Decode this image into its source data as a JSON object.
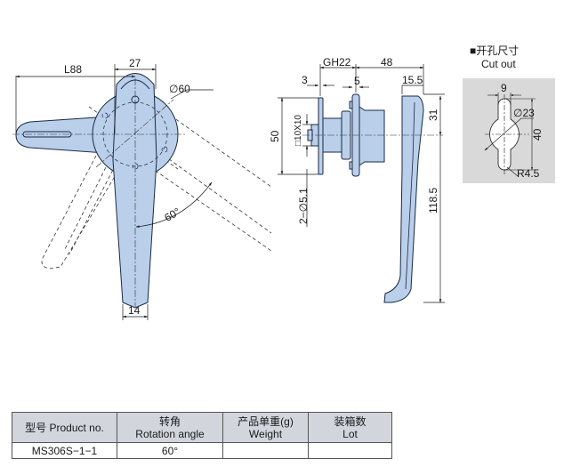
{
  "colors": {
    "part_fill": "#b9cfea",
    "line": "#1a2a44",
    "cutout_bg": "#d9d9d9",
    "table_header_bg": "#d2d6dc"
  },
  "front_view": {
    "dim_length": "L88",
    "dim_handle_offset": "27",
    "dim_base_diameter": "∅60",
    "dim_rotation": "60°",
    "dim_handle_width": "14"
  },
  "side_view": {
    "dim_grip": "GH22",
    "dim_depth": "48",
    "dim_plate": "3",
    "dim_flange": "5",
    "dim_tip": "15.5",
    "dim_height_top": "31",
    "dim_height_total": "118.5",
    "dim_plate_height": "50",
    "dim_square": "□10X10",
    "dim_holes": "2−∅5.1"
  },
  "cutout": {
    "title": "■开孔尺寸",
    "subtitle": "Cut out",
    "dim_slot_width": "9",
    "dim_center_diameter": "∅23",
    "dim_length": "40",
    "dim_radius": "R4.5"
  },
  "table": {
    "headers": [
      {
        "cn": "型号",
        "en": "Product no."
      },
      {
        "cn": "转角",
        "en": "Rotation angle"
      },
      {
        "cn": "产品单重(g)",
        "en": "Weight"
      },
      {
        "cn": "装箱数",
        "en": "Lot"
      }
    ],
    "rows": [
      [
        "MS306S−1−1",
        "60°",
        "",
        ""
      ]
    ]
  }
}
